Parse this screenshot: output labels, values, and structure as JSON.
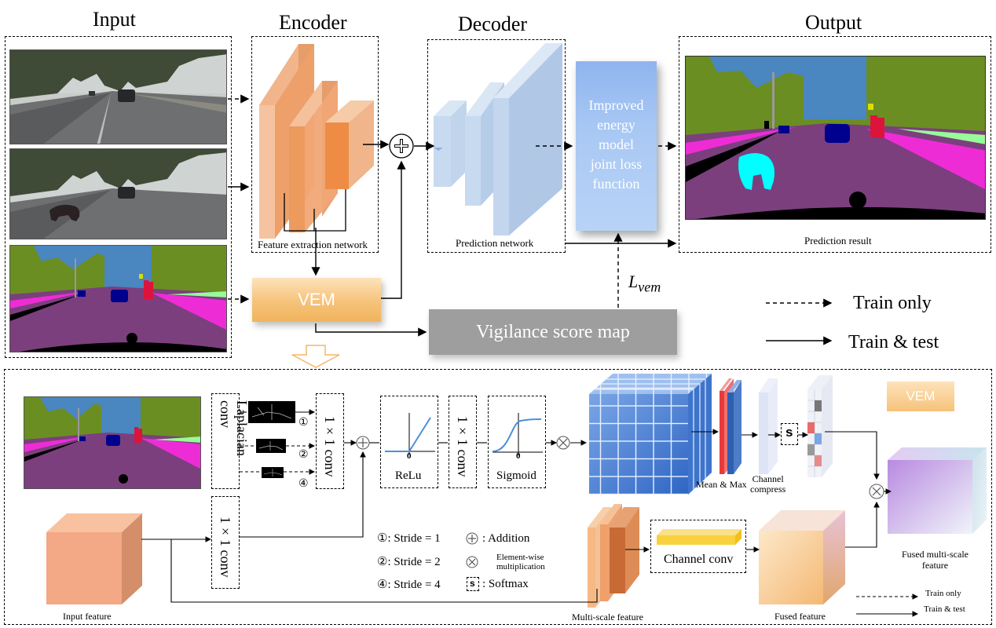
{
  "titles": {
    "input": "Input",
    "encoder": "Encoder",
    "decoder": "Decoder",
    "output": "Output"
  },
  "captions": {
    "feature_extraction": "Feature extraction network",
    "prediction_network": "Prediction network",
    "prediction_result": "Prediction result"
  },
  "energy_box": [
    "Improved",
    "energy",
    "model",
    "joint loss",
    "function"
  ],
  "vem_label": "VEM",
  "vigilance": "Vigilance score map",
  "loss_symbol": "L",
  "loss_sub": "vem",
  "legend_top": {
    "dashed": "Train only",
    "solid": "Train & test"
  },
  "bottom": {
    "laplacian": "Laplacian conv",
    "conv1x1": "1×1 conv",
    "relu": "ReLu",
    "sigmoid": "Sigmoid",
    "zero": "0",
    "mean_max": "Mean & Max",
    "channel_compress_1": "Channel",
    "channel_compress_2": "compress",
    "softmax_s": "s",
    "vem_tag": "VEM",
    "input_feature": "Input feature",
    "multi_scale": "Multi-scale feature",
    "channel_conv": "Channel conv",
    "fused_feature": "Fused feature",
    "fused_multi_1": "Fused multi-scale",
    "fused_multi_2": "feature",
    "branch_1": "①",
    "branch_2": "②",
    "branch_4": "④"
  },
  "key": [
    {
      "sym": "①",
      "text": ": Stride = 1"
    },
    {
      "sym": "②",
      "text": ": Stride = 2"
    },
    {
      "sym": "④",
      "text": ": Stride = 4"
    }
  ],
  "ops": {
    "addition": ":  Addition",
    "elementwise_1": "Element-wise",
    "elementwise_2": "multiplication",
    "softmax": ":   Softmax"
  },
  "legend_bottom": {
    "dashed": "Train only",
    "solid": "Train & test"
  },
  "colors": {
    "encoder_orange": "#e98b4f",
    "decoder_blue": "#a9c6e8",
    "vem_orange": "#f6c27a",
    "vigilance_gray": "#9e9e9e",
    "road_purple": "#7b3f7e",
    "sky_blue": "#4a86c0",
    "vegetation_green": "#6b8e23",
    "sidewalk_magenta": "#ee2cd6"
  }
}
